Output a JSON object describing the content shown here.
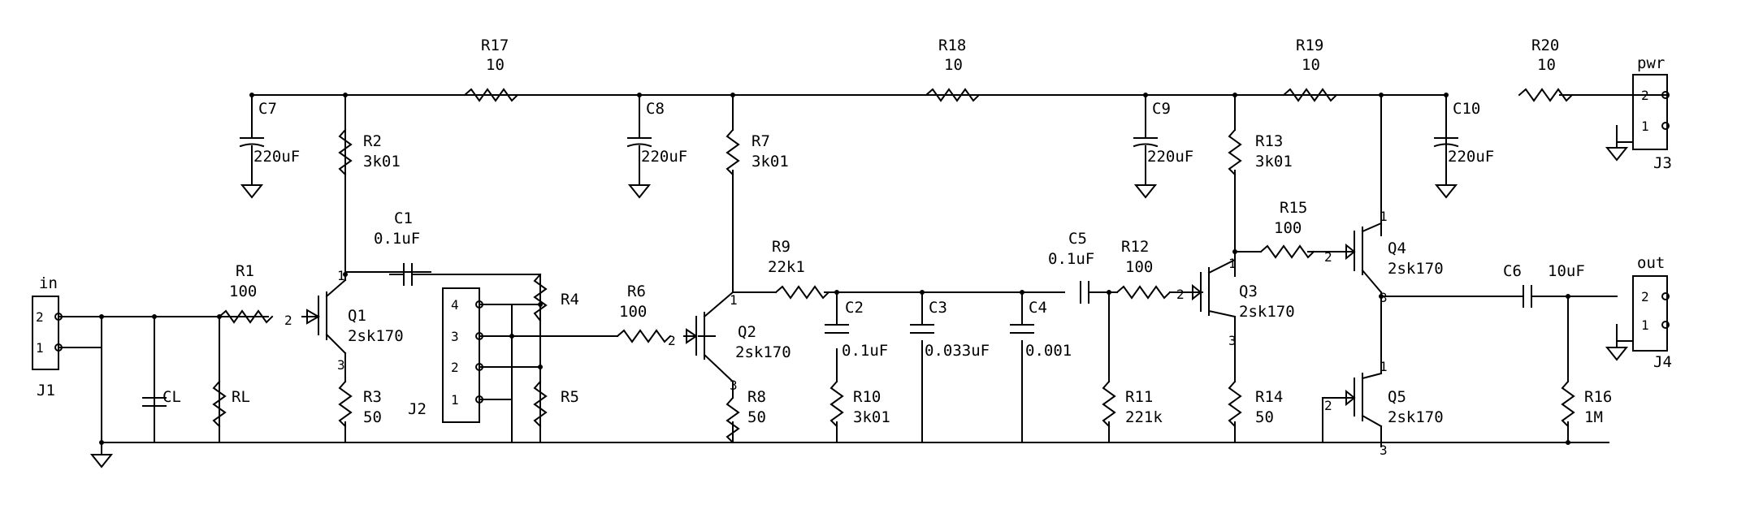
{
  "schematic": {
    "components": {
      "R1": {
        "ref": "R1",
        "value": "100"
      },
      "R2": {
        "ref": "R2",
        "value": "3k01"
      },
      "R3": {
        "ref": "R3",
        "value": "50"
      },
      "R4": {
        "ref": "R4"
      },
      "R5": {
        "ref": "R5"
      },
      "R6": {
        "ref": "R6",
        "value": "100"
      },
      "R7": {
        "ref": "R7",
        "value": "3k01"
      },
      "R8": {
        "ref": "R8",
        "value": "50"
      },
      "R9": {
        "ref": "R9",
        "value": "22k1"
      },
      "R10": {
        "ref": "R10",
        "value": "3k01"
      },
      "R11": {
        "ref": "R11",
        "value": "221k"
      },
      "R12": {
        "ref": "R12",
        "value": "100"
      },
      "R13": {
        "ref": "R13",
        "value": "3k01"
      },
      "R14": {
        "ref": "R14",
        "value": "50"
      },
      "R15": {
        "ref": "R15",
        "value": "100"
      },
      "R16": {
        "ref": "R16",
        "value": "1M"
      },
      "R17": {
        "ref": "R17",
        "value": "10"
      },
      "R18": {
        "ref": "R18",
        "value": "10"
      },
      "R19": {
        "ref": "R19",
        "value": "10"
      },
      "R20": {
        "ref": "R20",
        "value": "10"
      },
      "RL": {
        "ref": "RL"
      },
      "C1": {
        "ref": "C1",
        "value": "0.1uF"
      },
      "C2": {
        "ref": "C2",
        "value": "0.1uF"
      },
      "C3": {
        "ref": "C3",
        "value": "0.033uF"
      },
      "C4": {
        "ref": "C4",
        "value": "0.001"
      },
      "C5": {
        "ref": "C5",
        "value": "0.1uF"
      },
      "C6": {
        "ref": "C6",
        "value": "10uF"
      },
      "C7": {
        "ref": "C7",
        "value": "220uF"
      },
      "C8": {
        "ref": "C8",
        "value": "220uF"
      },
      "C9": {
        "ref": "C9",
        "value": "220uF"
      },
      "C10": {
        "ref": "C10",
        "value": "220uF"
      },
      "CL": {
        "ref": "CL"
      },
      "Q1": {
        "ref": "Q1",
        "value": "2sk170"
      },
      "Q2": {
        "ref": "Q2",
        "value": "2sk170"
      },
      "Q3": {
        "ref": "Q3",
        "value": "2sk170"
      },
      "Q4": {
        "ref": "Q4",
        "value": "2sk170"
      },
      "Q5": {
        "ref": "Q5",
        "value": "2sk170"
      }
    },
    "connectors": {
      "J1": {
        "ref": "J1",
        "name": "in",
        "pins": [
          "2",
          "1"
        ]
      },
      "J2": {
        "ref": "J2",
        "pins": [
          "4",
          "3",
          "2",
          "1"
        ]
      },
      "J3": {
        "ref": "J3",
        "name": "pwr",
        "pins": [
          "2",
          "1"
        ]
      },
      "J4": {
        "ref": "J4",
        "name": "out",
        "pins": [
          "2",
          "1"
        ]
      }
    },
    "pin_labels": {
      "p1": "1",
      "p2": "2",
      "p3": "3"
    }
  }
}
